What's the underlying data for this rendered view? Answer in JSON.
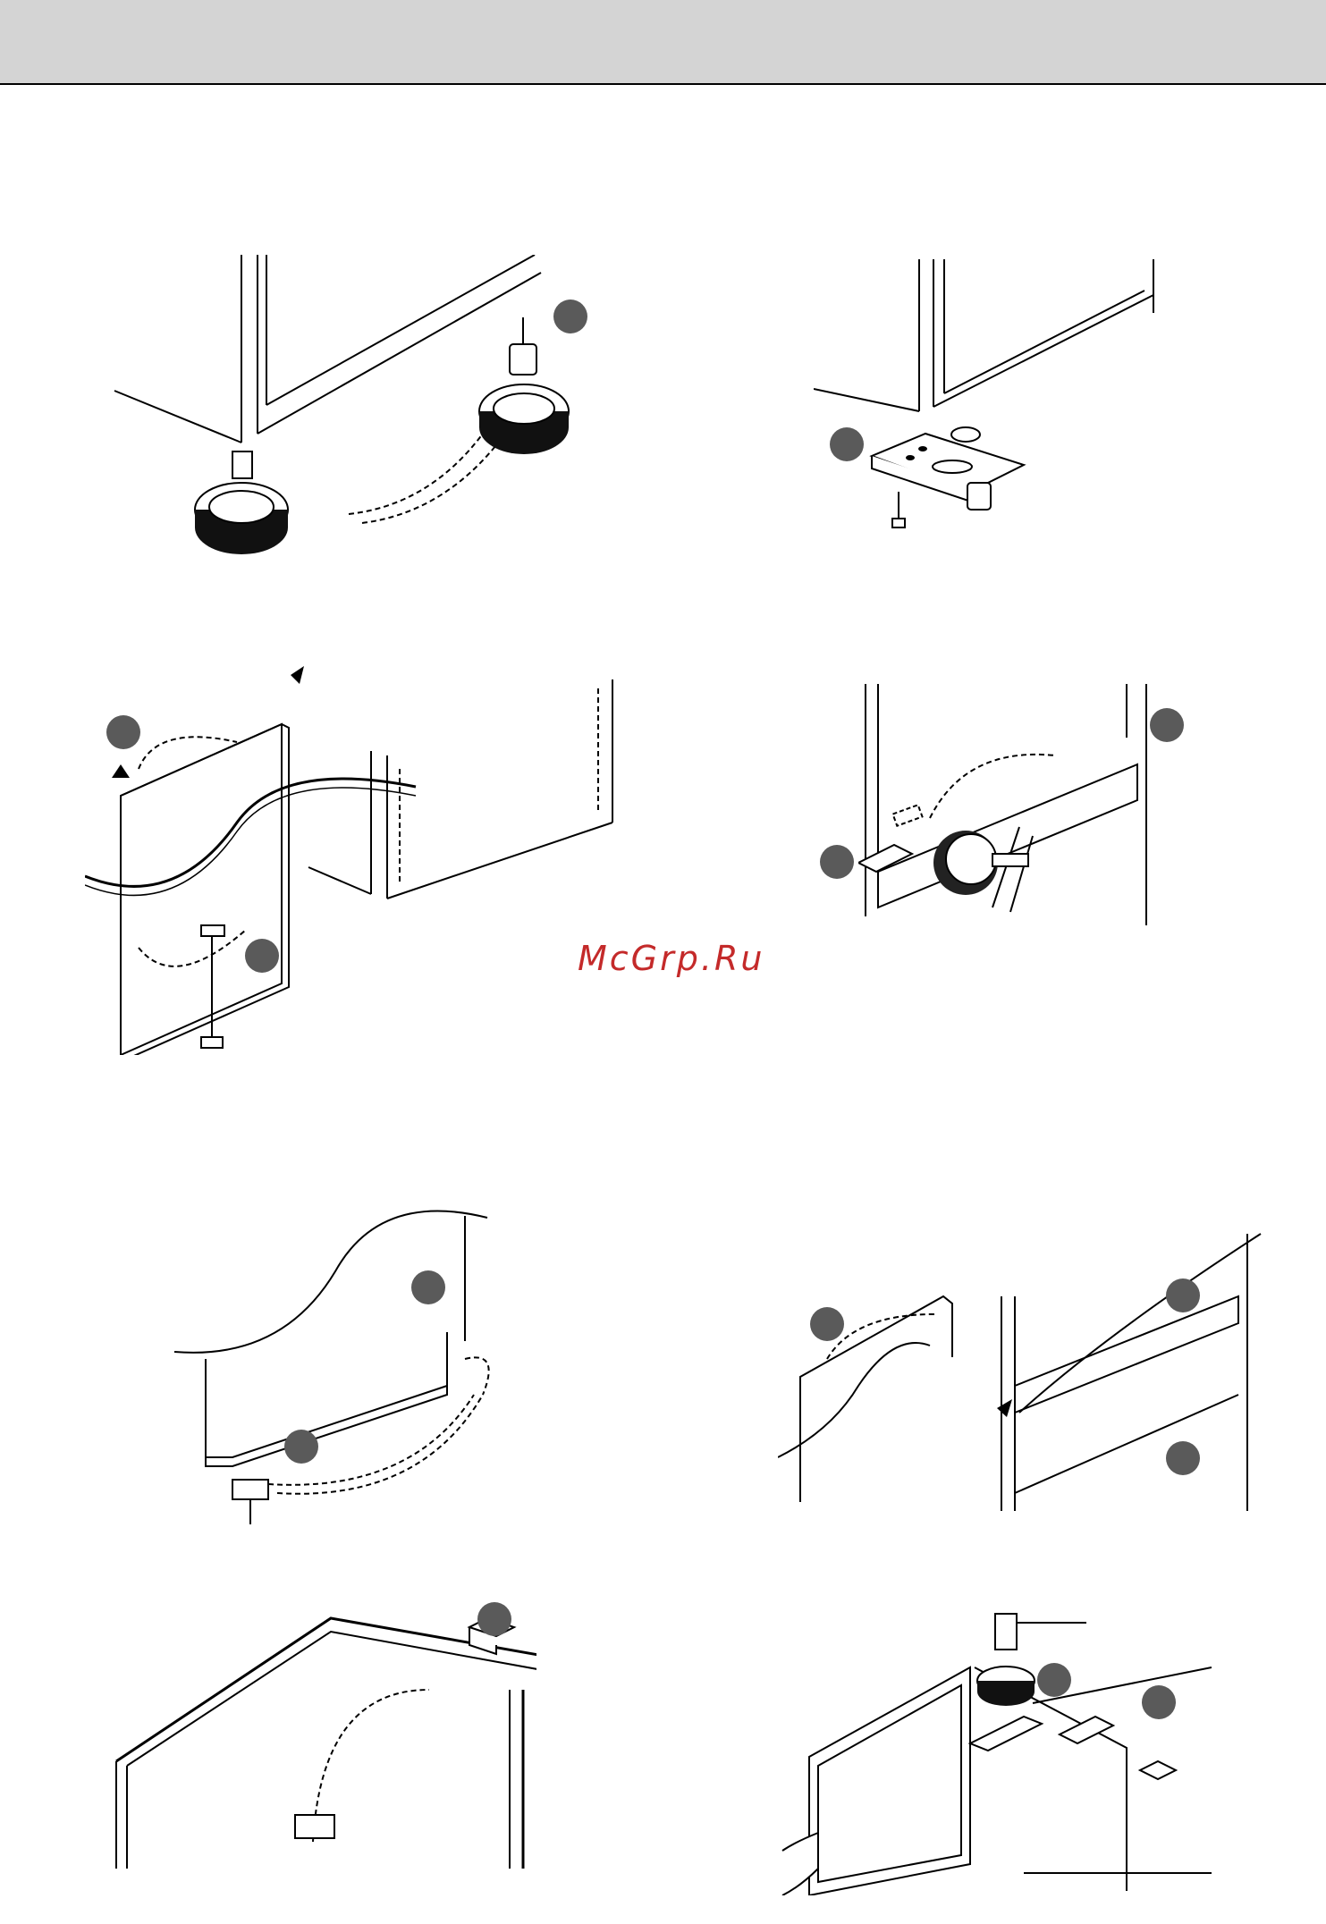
{
  "page": {
    "background": "#ffffff",
    "header_color": "#d4d4d4"
  },
  "watermark": {
    "text": "McGrp.Ru",
    "color": "#c42a2a"
  },
  "step_marker_color": "#5a5a5a",
  "figures": [
    {
      "name": "adjustable-foot-swap"
    },
    {
      "name": "lower-hinge-bracket"
    },
    {
      "name": "freezer-door-removal"
    },
    {
      "name": "middle-hinge-adjust"
    },
    {
      "name": "fridge-door-lower-hinge"
    },
    {
      "name": "fridge-door-reinstall"
    },
    {
      "name": "top-hinge-cover"
    },
    {
      "name": "top-hinge-reinstall"
    }
  ]
}
